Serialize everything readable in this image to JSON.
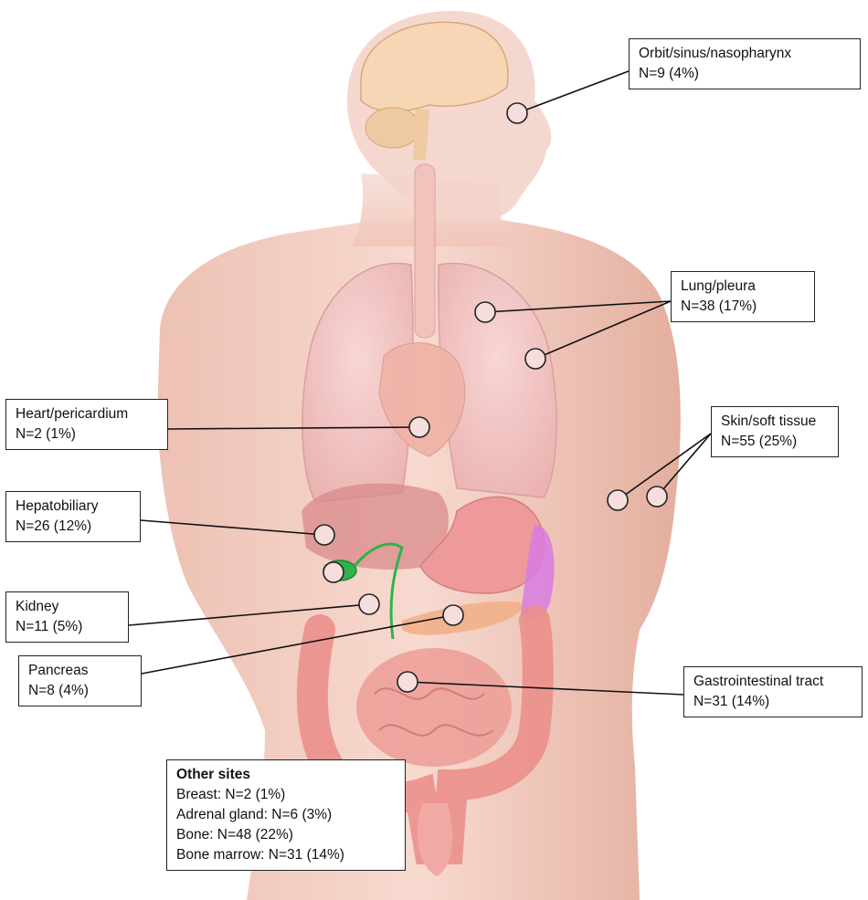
{
  "labels": {
    "orbit": {
      "name": "Orbit/sinus/nasopharynx",
      "count": "N=9 (4%)"
    },
    "lung": {
      "name": "Lung/pleura",
      "count": "N=38 (17%)"
    },
    "heart": {
      "name": "Heart/pericardium",
      "count": "N=2 (1%)"
    },
    "skin": {
      "name": "Skin/soft tissue",
      "count": "N=55 (25%)"
    },
    "hepato": {
      "name": "Hepatobiliary",
      "count": "N=26 (12%)"
    },
    "kidney": {
      "name": "Kidney",
      "count": "N=11 (5%)"
    },
    "pancreas": {
      "name": "Pancreas",
      "count": "N=8 (4%)"
    },
    "gi": {
      "name": "Gastrointestinal tract",
      "count": "N=31 (14%)"
    }
  },
  "other_sites": {
    "title": "Other sites",
    "items": [
      "Breast: N=2 (1%)",
      "Adrenal gland: N=6 (3%)",
      "Bone: N=48 (22%)",
      "Bone marrow: N=31 (14%)"
    ]
  },
  "colors": {
    "skin": "#f2c6b8",
    "skin_shadow": "#e3a996",
    "organ_pink": "#f4a8a8",
    "intestine": "#eb8f8c",
    "gallbladder": "#2fb34a",
    "spleen": "#d77be0",
    "brain": "#f6d6b4",
    "marker_fill": "#f6dede"
  }
}
